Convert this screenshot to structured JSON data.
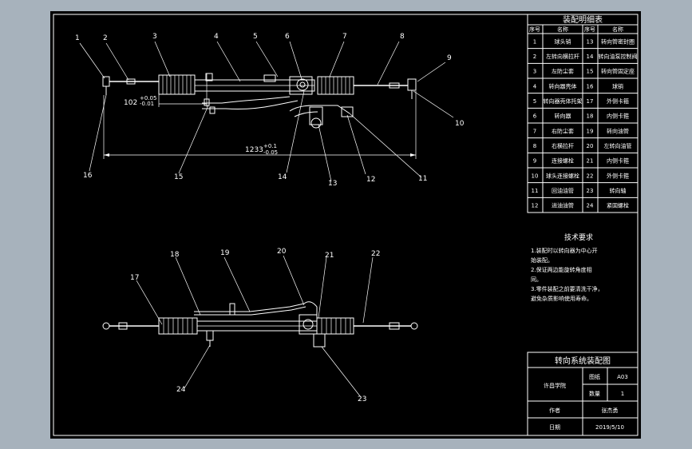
{
  "colors": {
    "background": "#a7b2bc",
    "sheet": "#000000",
    "lines": "#ffffff"
  },
  "parts_table": {
    "title": "装配明细表",
    "col_seq": "序号",
    "col_name": "名称",
    "rows": [
      {
        "left_no": "1",
        "left_name": "球头销",
        "right_no": "13",
        "right_name": "转向管密封圈"
      },
      {
        "left_no": "2",
        "left_name": "左转向横拉杆",
        "right_no": "14",
        "right_name": "转向油泵控制阀"
      },
      {
        "left_no": "3",
        "left_name": "左防尘套",
        "right_no": "15",
        "right_name": "转向管固定座"
      },
      {
        "left_no": "4",
        "left_name": "转向器壳体",
        "right_no": "16",
        "right_name": "球销"
      },
      {
        "left_no": "5",
        "left_name": "转向器壳体托架",
        "right_no": "17",
        "right_name": "外侧卡箍"
      },
      {
        "left_no": "6",
        "left_name": "转向器",
        "right_no": "18",
        "right_name": "内侧卡箍"
      },
      {
        "left_no": "7",
        "left_name": "右防尘套",
        "right_no": "19",
        "right_name": "转向油管"
      },
      {
        "left_no": "8",
        "left_name": "右横拉杆",
        "right_no": "20",
        "right_name": "左转向油管"
      },
      {
        "left_no": "9",
        "left_name": "连接螺栓",
        "right_no": "21",
        "right_name": "内侧卡箍"
      },
      {
        "left_no": "10",
        "left_name": "球头连接螺栓",
        "right_no": "22",
        "right_name": "外侧卡箍"
      },
      {
        "left_no": "11",
        "left_name": "回油油管",
        "right_no": "23",
        "right_name": "转向轴"
      },
      {
        "left_no": "12",
        "left_name": "进油油管",
        "right_no": "24",
        "right_name": "紧固螺栓"
      }
    ]
  },
  "tech_requirements": {
    "title": "技术要求",
    "lines": [
      "1.装配时以转向器为中心开",
      "始装配。",
      "2.保证两边能旋转角度相",
      "同。",
      "3.零件装配之前要清洗干净，",
      "避免杂质影响使用寿命。"
    ]
  },
  "title_block": {
    "title": "转向系统装配图",
    "school": "许昌学院",
    "drawing_no_label": "图纸",
    "drawing_no": "A03",
    "qty_label": "数量",
    "qty": "1",
    "author_label": "作者",
    "author": "张杰勇",
    "date_label": "日期",
    "date": "2019/5/10"
  },
  "dimensions": {
    "overall": "1233",
    "overall_tol_upper": "+0.1",
    "overall_tol_lower": "-0.05",
    "left_stroke": "102",
    "left_stroke_tol_upper": "+0.05",
    "left_stroke_tol_lower": "-0.01"
  },
  "callouts": {
    "c1": "1",
    "c2": "2",
    "c3": "3",
    "c4": "4",
    "c5": "5",
    "c6": "6",
    "c7": "7",
    "c8": "8",
    "c9": "9",
    "c10": "10",
    "c11": "11",
    "c12": "12",
    "c13": "13",
    "c14": "14",
    "c15": "15",
    "c16": "16",
    "c17": "17",
    "c18": "18",
    "c19": "19",
    "c20": "20",
    "c21": "21",
    "c22": "22",
    "c23": "23",
    "c24": "24"
  }
}
